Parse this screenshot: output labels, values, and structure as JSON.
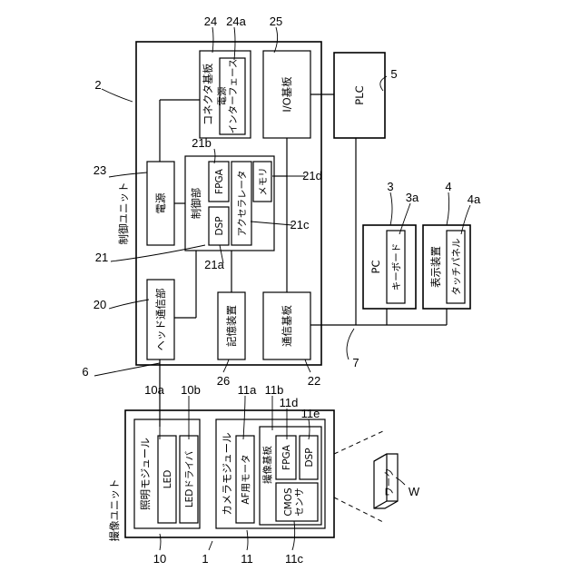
{
  "labels": {
    "control_unit": "制御ユニット",
    "connector_board": "コネクタ基板",
    "power_interface": "電源\nインターフェース",
    "io_board": "I/O基板",
    "plc": "PLC",
    "power": "電源",
    "control_section": "制御部",
    "fpga": "FPGA",
    "accelerator": "アクセラレータ",
    "memory": "メモリ",
    "dsp": "DSP",
    "head_comm": "ヘッド通信部",
    "storage": "記憶装置",
    "comm_board": "通信基板",
    "pc": "PC",
    "keyboard": "キーボード",
    "display_device": "表示装置",
    "touch_panel": "タッチパネル",
    "imaging_unit": "撮像ユニット",
    "lighting_module": "照明モジュール",
    "led": "LED",
    "led_driver": "LEDドライバ",
    "camera_module": "カメラモジュール",
    "af_motor": "AF用モータ",
    "imaging_board": "撮像基板",
    "cmos_sensor": "CMOS\nセンサ",
    "img_fpga": "FPGA",
    "img_dsp": "DSP",
    "work": "ワーク"
  },
  "refs": {
    "r1": "1",
    "r2": "2",
    "r3": "3",
    "r3a": "3a",
    "r4": "4",
    "r4a": "4a",
    "r5": "5",
    "r6": "6",
    "r7": "7",
    "r10": "10",
    "r10a": "10a",
    "r10b": "10b",
    "r11": "11",
    "r11a": "11a",
    "r11b": "11b",
    "r11c": "11c",
    "r11d": "11d",
    "r11e": "11e",
    "r20": "20",
    "r21": "21",
    "r21a": "21a",
    "r21b": "21b",
    "r21c": "21c",
    "r21d": "21d",
    "r22": "22",
    "r23": "23",
    "r24": "24",
    "r24a": "24a",
    "r25": "25",
    "r26": "26",
    "rW": "W"
  }
}
